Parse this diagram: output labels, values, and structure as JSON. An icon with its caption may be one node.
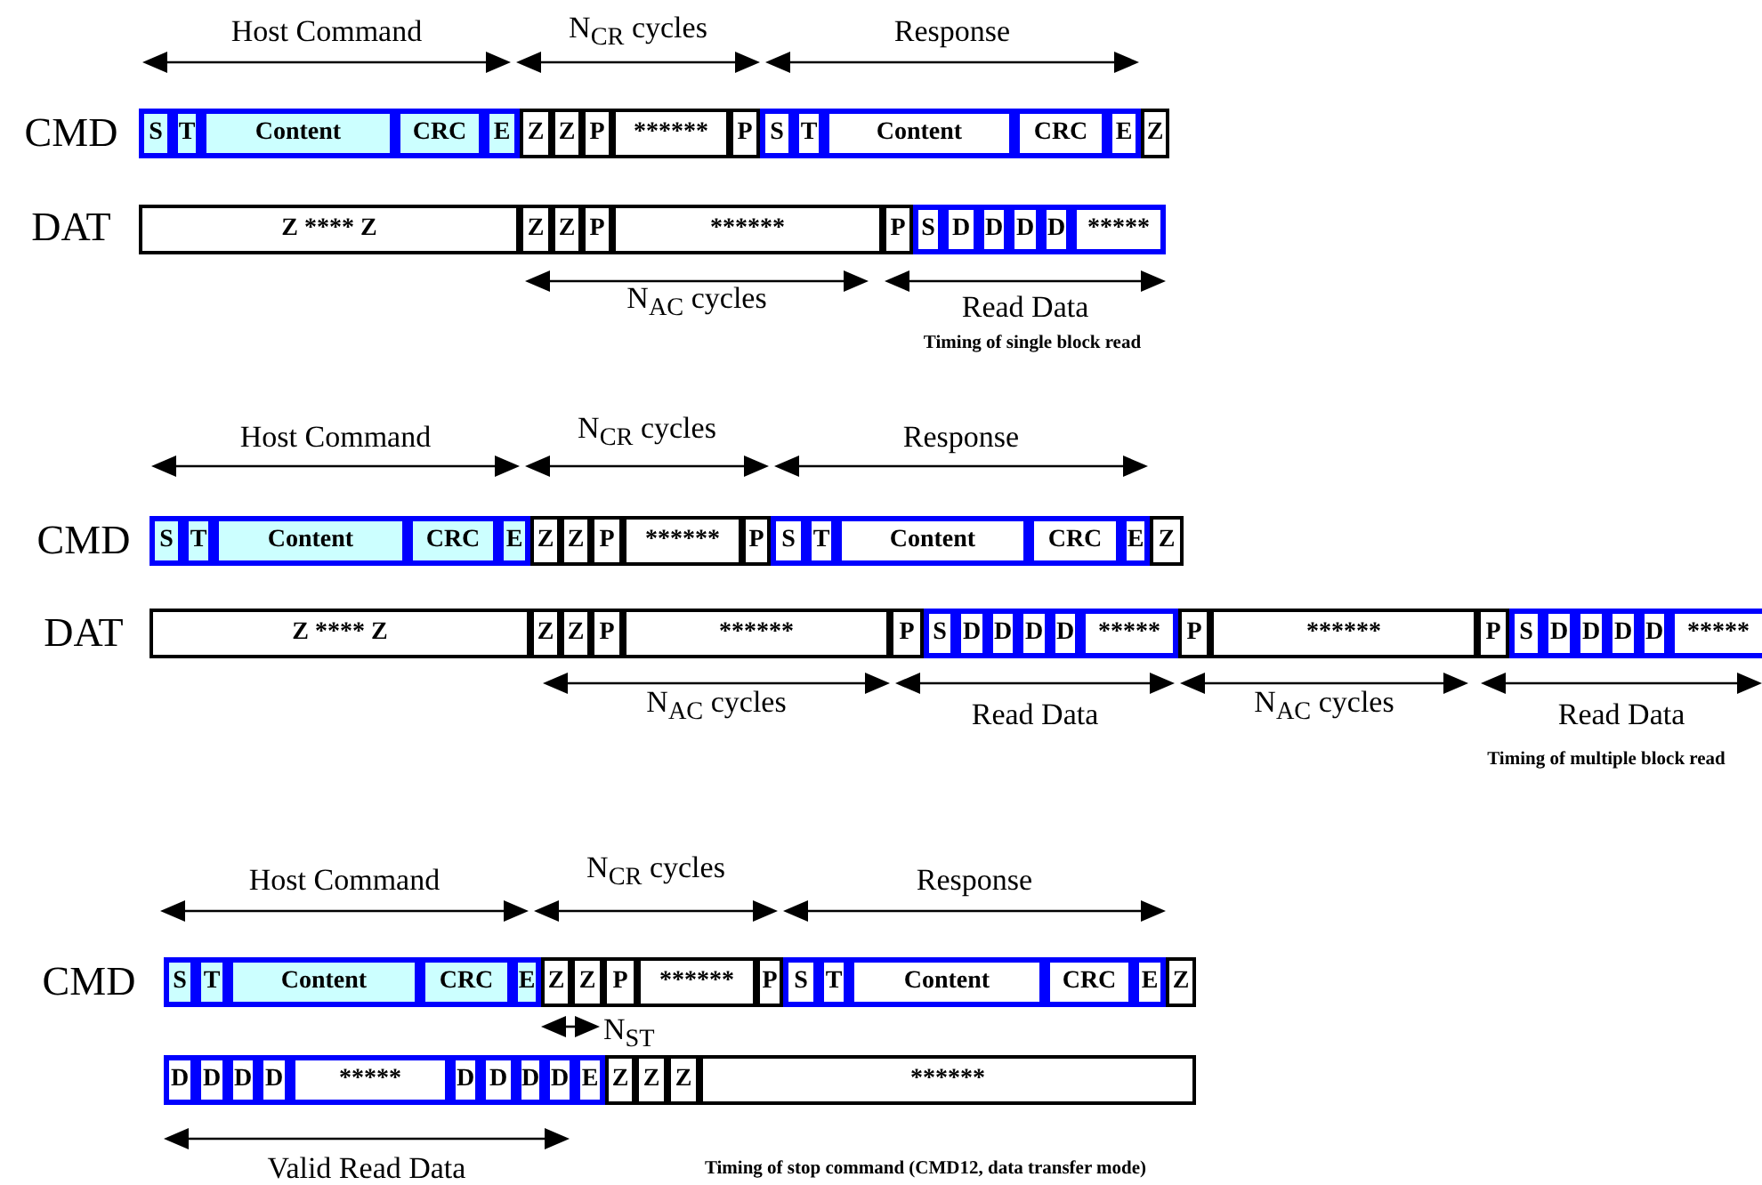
{
  "diagram": {
    "labels": [
      "Host Command",
      "N$_{CR}$ cycles",
      "Response",
      "CMD",
      "S",
      "T",
      "Content",
      "CRC",
      "E",
      "Z",
      "Z",
      "P",
      "******",
      "P",
      "S",
      "T",
      "Content",
      "CRC",
      "E",
      "Z",
      "DAT",
      "Z **** Z",
      "Z",
      "Z",
      "P",
      "******",
      "P",
      "S",
      "D",
      "D",
      "D",
      "D",
      "*****",
      "N$_{AC}$ cycles",
      "Read Data",
      "Timing of single block read",
      "Host Command",
      "N$_{CR}$ cycles",
      "Response",
      "CMD",
      "S",
      "T",
      "Content",
      "CRC",
      "E",
      "Z",
      "Z",
      "P",
      "******",
      "P",
      "S",
      "T",
      "Content",
      "CRC",
      "E",
      "Z",
      "DAT",
      "Z **** Z",
      "Z",
      "Z",
      "P",
      "******",
      "P",
      "S",
      "D",
      "D",
      "D",
      "D",
      "*****",
      "P",
      "******",
      "P",
      "S",
      "D",
      "D",
      "D",
      "D",
      "*****",
      "N$_{AC}$ cycles",
      "Read Data",
      "N$_{AC}$ cycles",
      "Read Data",
      "Timing of multiple block read",
      "Host Command",
      "N$_{CR}$ cycles",
      "Response",
      "CMD",
      "S",
      "T",
      "Content",
      "CRC",
      "E",
      "Z",
      "Z",
      "P",
      "******",
      "P",
      "S",
      "T",
      "Content",
      "CRC",
      "E",
      "Z",
      "N$_{ST}$",
      "D",
      "D",
      "D",
      "D",
      "*****",
      "D",
      "D",
      "D",
      "D",
      "E",
      "Z",
      "Z",
      "Z",
      "******",
      "Valid Read Data",
      "Timing of stop command (CMD12, data transfer mode)"
    ]
  }
}
